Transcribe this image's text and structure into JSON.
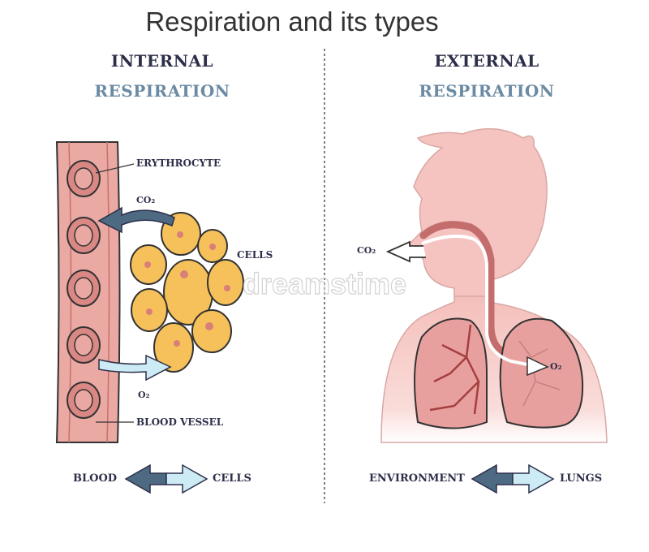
{
  "title": "Respiration and its types",
  "internal": {
    "heading_line1": "INTERNAL",
    "heading_line2": "RESPIRATION",
    "labels": {
      "erythrocyte": "ERYTHROCYTE",
      "co2": "CO₂",
      "cells": "CELLS",
      "o2": "O₂",
      "blood_vessel": "BLOOD VESSEL"
    },
    "exchange": {
      "left": "BLOOD",
      "right": "CELLS"
    }
  },
  "external": {
    "heading_line1": "EXTERNAL",
    "heading_line2": "RESPIRATION",
    "labels": {
      "co2": "CO₂",
      "o2": "O₂"
    },
    "exchange": {
      "left": "ENVIRONMENT",
      "right": "LUNGS"
    }
  },
  "colors": {
    "heading_dark": "#2d2f4a",
    "heading_blue": "#6b8aa3",
    "vessel": "#e9a8a2",
    "cell": "#f6c15a",
    "arrow_dark": "#4d6a82",
    "arrow_light": "#cdebf5",
    "body_pink": "#f5c4c0",
    "lung": "#e49a98"
  },
  "watermark": "dreamstime"
}
